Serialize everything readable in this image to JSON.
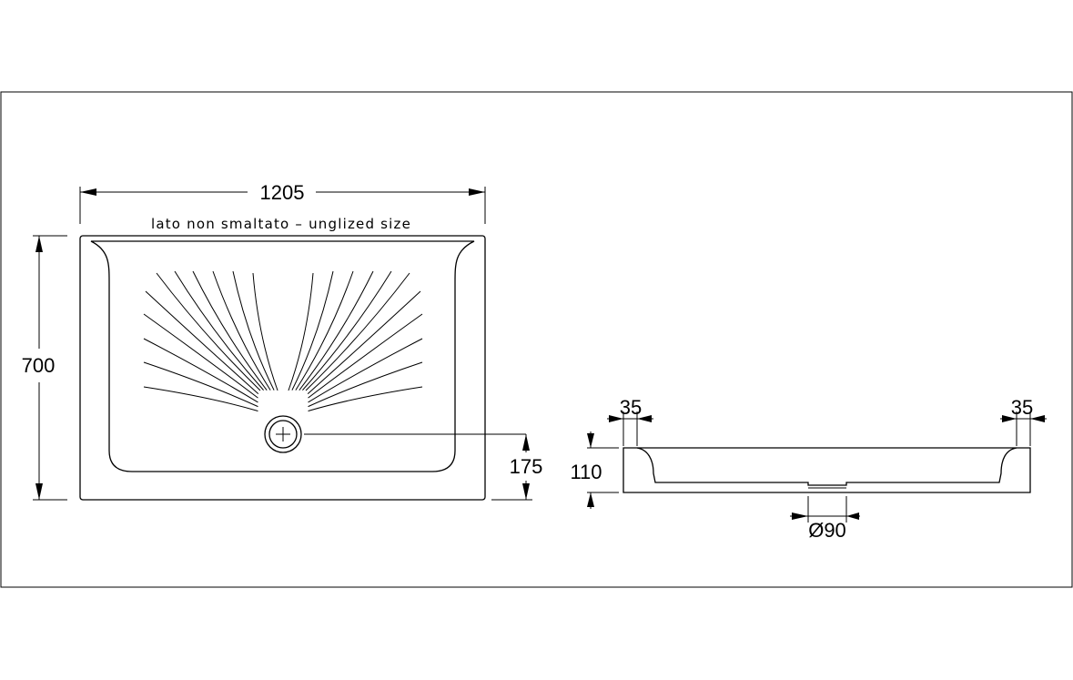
{
  "drawing": {
    "plan_view": {
      "width_dim": "1205",
      "depth_dim": "700",
      "drain_offset_dim": "175",
      "note": "lato non smaltato – unglized size"
    },
    "section_view": {
      "height_dim": "110",
      "left_rim_dim": "35",
      "right_rim_dim": "35",
      "drain_diameter_dim": "Ø90"
    }
  }
}
